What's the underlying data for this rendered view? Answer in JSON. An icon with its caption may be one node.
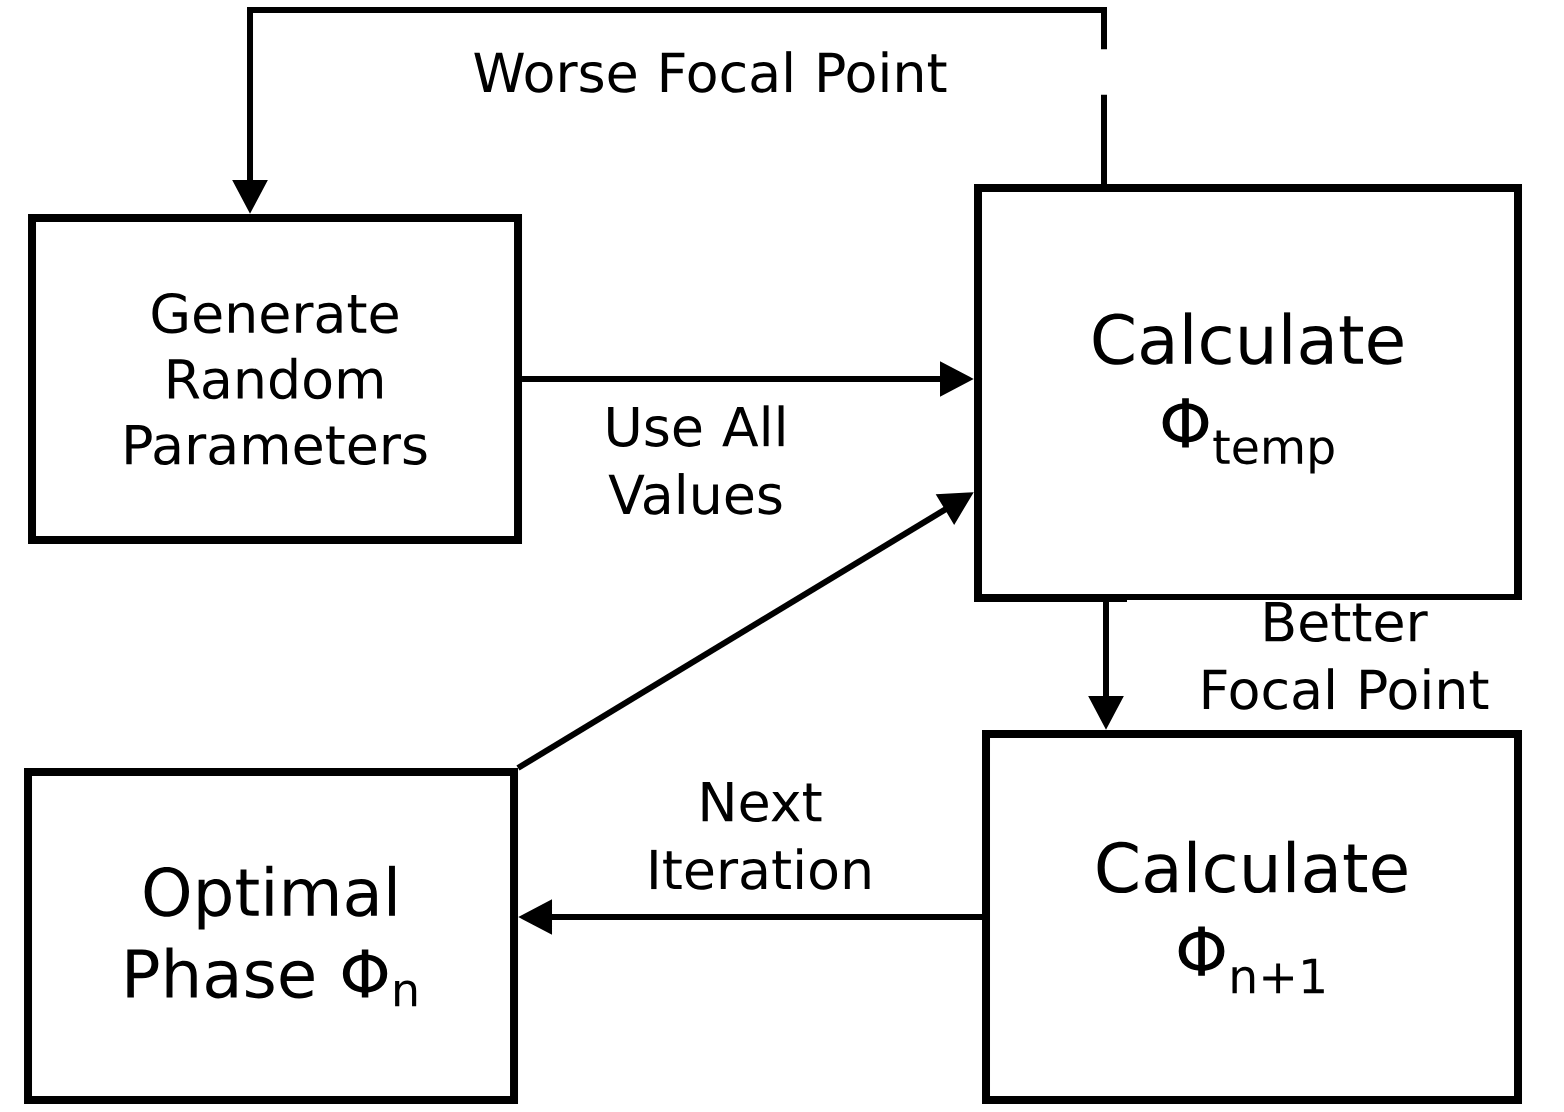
{
  "diagram": {
    "nodes": [
      {
        "text": [
          "Generate Random Parameters"
        ]
      },
      {
        "text": [
          "Calculate Φ$_{temp}$"
        ]
      },
      {
        "text": [
          "Calculate Φ$_{n+1}$"
        ]
      },
      {
        "text": [
          "Optimal Phase Φ$_{n}$"
        ]
      }
    ],
    "edges": [
      {
        "from": 1,
        "to": 0,
        "arrow": "to",
        "label": "Worse Focal Point"
      },
      {
        "from": 0,
        "to": 1,
        "arrow": "to",
        "label": "Use All Values"
      },
      {
        "from": 1,
        "to": 2,
        "arrow": "to",
        "label": "Better Focal Point"
      },
      {
        "from": 2,
        "to": 3,
        "arrow": "to",
        "label": "Next Iteration"
      },
      {
        "from": 3,
        "to": 1,
        "arrow": "to"
      }
    ]
  }
}
